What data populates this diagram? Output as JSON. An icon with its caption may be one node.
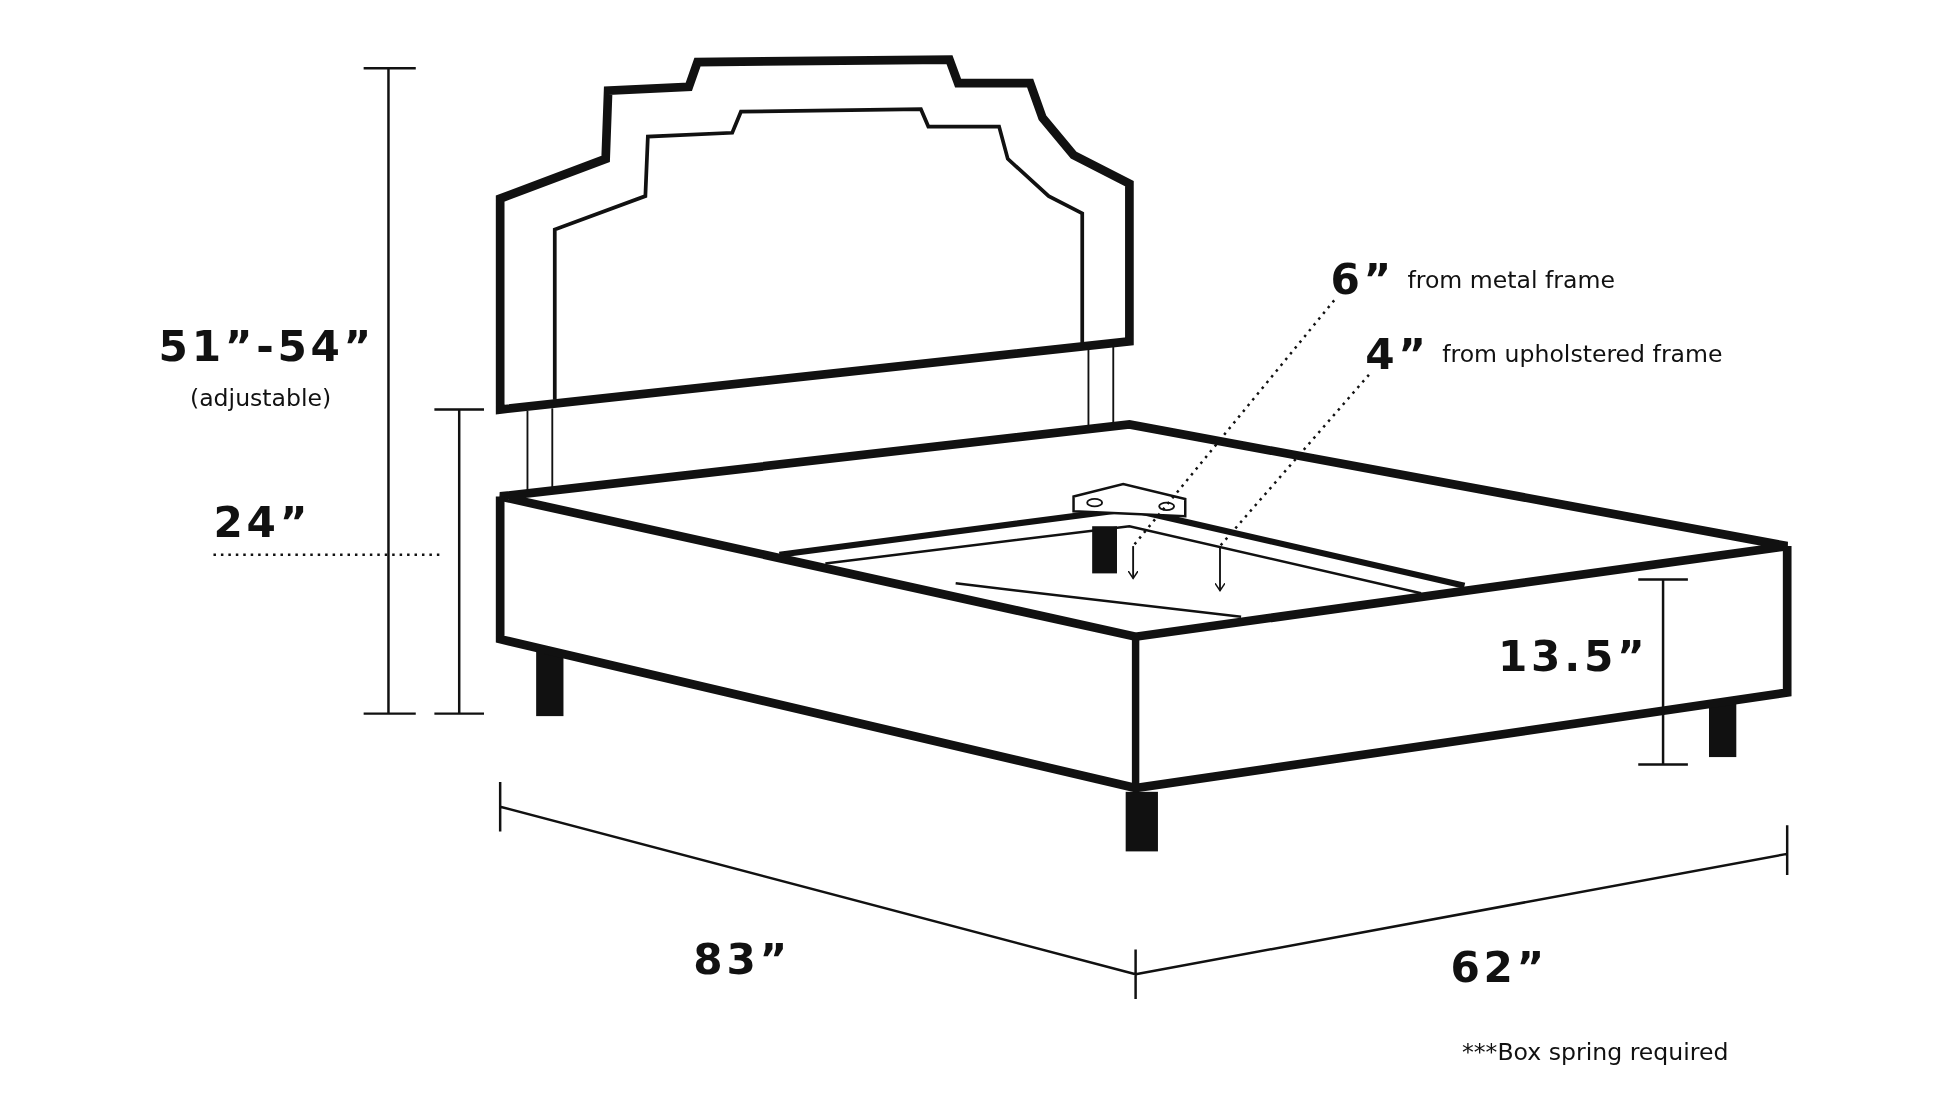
{
  "diagram": {
    "nodes": [
      {
        "text": [
          "6”",
          "from metal frame"
        ]
      },
      {
        "text": [
          "4”",
          "from upholstered frame"
        ]
      }
    ],
    "edges": [
      {
        "from": 0,
        "to": null,
        "arrow": "to"
      },
      {
        "from": 1,
        "to": null,
        "arrow": "to"
      }
    ],
    "labels": [
      "51”-54”",
      "(adjustable)",
      "24”",
      "13.5”",
      "83”",
      "62”",
      "***Box spring required"
    ]
  }
}
